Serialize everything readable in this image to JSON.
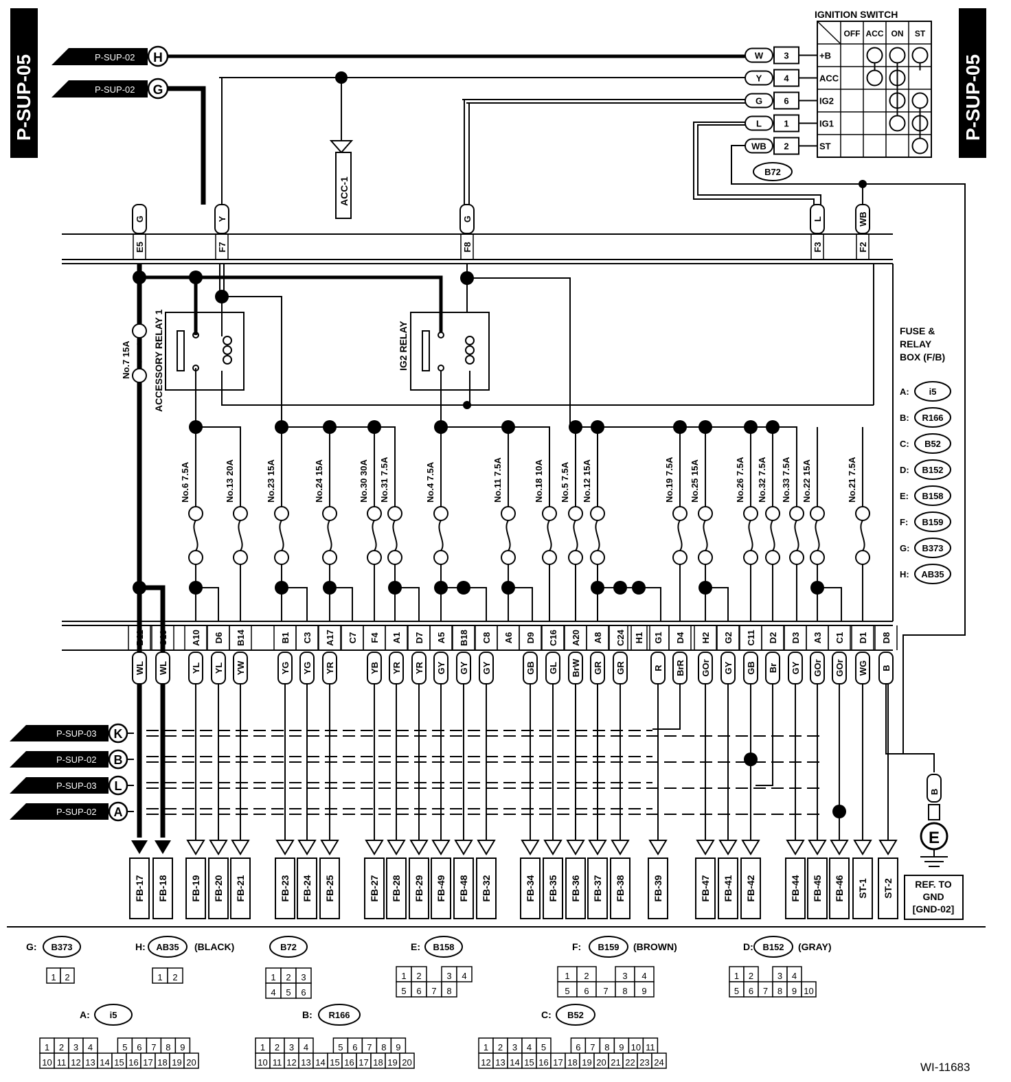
{
  "page_code": "P-SUP-05",
  "figure_id": "WI-11683",
  "ignition_switch": {
    "title": "IGNITION SWITCH",
    "positions": [
      "OFF",
      "ACC",
      "ON",
      "ST"
    ],
    "terminals": [
      {
        "name": "+B",
        "pin": "3",
        "color": "W"
      },
      {
        "name": "ACC",
        "pin": "4",
        "color": "Y"
      },
      {
        "name": "IG2",
        "pin": "6",
        "color": "G"
      },
      {
        "name": "IG1",
        "pin": "1",
        "color": "L"
      },
      {
        "name": "ST",
        "pin": "2",
        "color": "WB"
      }
    ],
    "connector": "B72"
  },
  "inputs": [
    {
      "ref": "P-SUP-02",
      "letter": "H"
    },
    {
      "ref": "P-SUP-02",
      "letter": "G"
    }
  ],
  "side_refs": [
    {
      "ref": "P-SUP-03",
      "letter": "K"
    },
    {
      "ref": "P-SUP-02",
      "letter": "B"
    },
    {
      "ref": "P-SUP-03",
      "letter": "L"
    },
    {
      "ref": "P-SUP-02",
      "letter": "A"
    }
  ],
  "acc_output": "ACC-1",
  "top_terminals": [
    {
      "color": "G",
      "pin": "E5"
    },
    {
      "color": "Y",
      "pin": "F7"
    },
    {
      "color": "G",
      "pin": "F8"
    },
    {
      "color": "L",
      "pin": "F3"
    },
    {
      "color": "WB",
      "pin": "F2"
    }
  ],
  "relays": [
    "ACCESSORY RELAY 1",
    "IG2 RELAY"
  ],
  "fuse_no7": "No.7 15A",
  "fuses": [
    "No.6 7.5A",
    "No.13 20A",
    "No.23 15A",
    "No.24 15A",
    "No.30 30A",
    "No.31 7.5A",
    "No.4 7.5A",
    "No.11 7.5A",
    "No.18 10A",
    "No.5 7.5A",
    "No.12 15A",
    "No.19 7.5A",
    "No.25 15A",
    "No.26 7.5A",
    "No.32 7.5A",
    "No.33 7.5A",
    "No.22 15A",
    "No.21 7.5A"
  ],
  "fuse_box": {
    "title": [
      "FUSE &",
      "RELAY",
      "BOX (F/B)"
    ],
    "connectors": [
      {
        "key": "A:",
        "name": "i5"
      },
      {
        "key": "B:",
        "name": "R166"
      },
      {
        "key": "C:",
        "name": "B52"
      },
      {
        "key": "D:",
        "name": "B152"
      },
      {
        "key": "E:",
        "name": "B158"
      },
      {
        "key": "F:",
        "name": "B159"
      },
      {
        "key": "G:",
        "name": "B373"
      },
      {
        "key": "H:",
        "name": "AB35"
      }
    ]
  },
  "bottom_pins": [
    {
      "pin": "B11",
      "color": "WL"
    },
    {
      "pin": "C19",
      "color": "WL"
    },
    {
      "pin": "A10",
      "color": "YL"
    },
    {
      "pin": "D6",
      "color": "YL"
    },
    {
      "pin": "B14",
      "color": "YW"
    },
    {
      "pin": "B1",
      "color": "YG"
    },
    {
      "pin": "C3",
      "color": "YG"
    },
    {
      "pin": "A17",
      "color": "YR"
    },
    {
      "pin": "C7",
      "color": ""
    },
    {
      "pin": "F4",
      "color": "YB"
    },
    {
      "pin": "A1",
      "color": "YR"
    },
    {
      "pin": "D7",
      "color": "YR"
    },
    {
      "pin": "A5",
      "color": "GY"
    },
    {
      "pin": "B18",
      "color": "GY"
    },
    {
      "pin": "C8",
      "color": "GY"
    },
    {
      "pin": "A6",
      "color": ""
    },
    {
      "pin": "D9",
      "color": "GB"
    },
    {
      "pin": "C16",
      "color": "GL"
    },
    {
      "pin": "A20",
      "color": "BrW"
    },
    {
      "pin": "A8",
      "color": "GR"
    },
    {
      "pin": "C24",
      "color": "GR"
    },
    {
      "pin": "H1",
      "color": ""
    },
    {
      "pin": "G1",
      "color": "R"
    },
    {
      "pin": "D4",
      "color": "BrR"
    },
    {
      "pin": "H2",
      "color": "GOr"
    },
    {
      "pin": "G2",
      "color": "GY"
    },
    {
      "pin": "C11",
      "color": "GB"
    },
    {
      "pin": "D2",
      "color": "Br"
    },
    {
      "pin": "D3",
      "color": "GY"
    },
    {
      "pin": "A3",
      "color": "GOr"
    },
    {
      "pin": "C1",
      "color": "GOr"
    },
    {
      "pin": "D1",
      "color": "WG"
    },
    {
      "pin": "D8",
      "color": "B"
    }
  ],
  "outputs": [
    "FB-17",
    "FB-18",
    "FB-19",
    "FB-20",
    "FB-21",
    "FB-23",
    "FB-24",
    "FB-25",
    "FB-27",
    "FB-28",
    "FB-29",
    "FB-49",
    "FB-48",
    "FB-32",
    "FB-34",
    "FB-35",
    "FB-36",
    "FB-37",
    "FB-38",
    "FB-39",
    "FB-47",
    "FB-41",
    "FB-42",
    "FB-44",
    "FB-45",
    "FB-46",
    "ST-1",
    "ST-2"
  ],
  "ground": {
    "wire": "B",
    "symbol": "E",
    "label": [
      "REF. TO",
      "GND",
      "[GND-02]"
    ]
  },
  "legend": {
    "G": {
      "key": "G:",
      "name": "B373",
      "pins": [
        "1",
        "2"
      ]
    },
    "H": {
      "key": "H:",
      "name": "AB35",
      "note": "(BLACK)",
      "pins": [
        "1",
        "2"
      ]
    },
    "B72": {
      "name": "B72",
      "pins": [
        "1",
        "2",
        "3",
        "4",
        "5",
        "6"
      ]
    },
    "E": {
      "key": "E:",
      "name": "B158",
      "pins": [
        "1",
        "2",
        "3",
        "4",
        "5",
        "6",
        "7",
        "8"
      ]
    },
    "F": {
      "key": "F:",
      "name": "B159",
      "note": "(BROWN)",
      "pins": [
        "1",
        "2",
        "3",
        "4",
        "5",
        "6",
        "7",
        "8",
        "9"
      ]
    },
    "D": {
      "key": "D:",
      "name": "B152",
      "note": "(GRAY)",
      "pins": [
        "1",
        "2",
        "3",
        "4",
        "5",
        "6",
        "7",
        "8",
        "9",
        "10"
      ]
    },
    "A": {
      "key": "A:",
      "name": "i5",
      "pins": [
        "1",
        "2",
        "3",
        "4",
        "5",
        "6",
        "7",
        "8",
        "9",
        "10",
        "11",
        "12",
        "13",
        "14",
        "15",
        "16",
        "17",
        "18",
        "19",
        "20"
      ]
    },
    "B": {
      "key": "B:",
      "name": "R166",
      "pins": [
        "1",
        "2",
        "3",
        "4",
        "5",
        "6",
        "7",
        "8",
        "9",
        "10",
        "11",
        "12",
        "13",
        "14",
        "15",
        "16",
        "17",
        "18",
        "19",
        "20"
      ]
    },
    "C": {
      "key": "C:",
      "name": "B52",
      "pins": [
        "1",
        "2",
        "3",
        "4",
        "5",
        "6",
        "7",
        "8",
        "9",
        "10",
        "11",
        "12",
        "13",
        "14",
        "15",
        "16",
        "17",
        "18",
        "19",
        "20",
        "21",
        "22",
        "23",
        "24"
      ]
    }
  }
}
